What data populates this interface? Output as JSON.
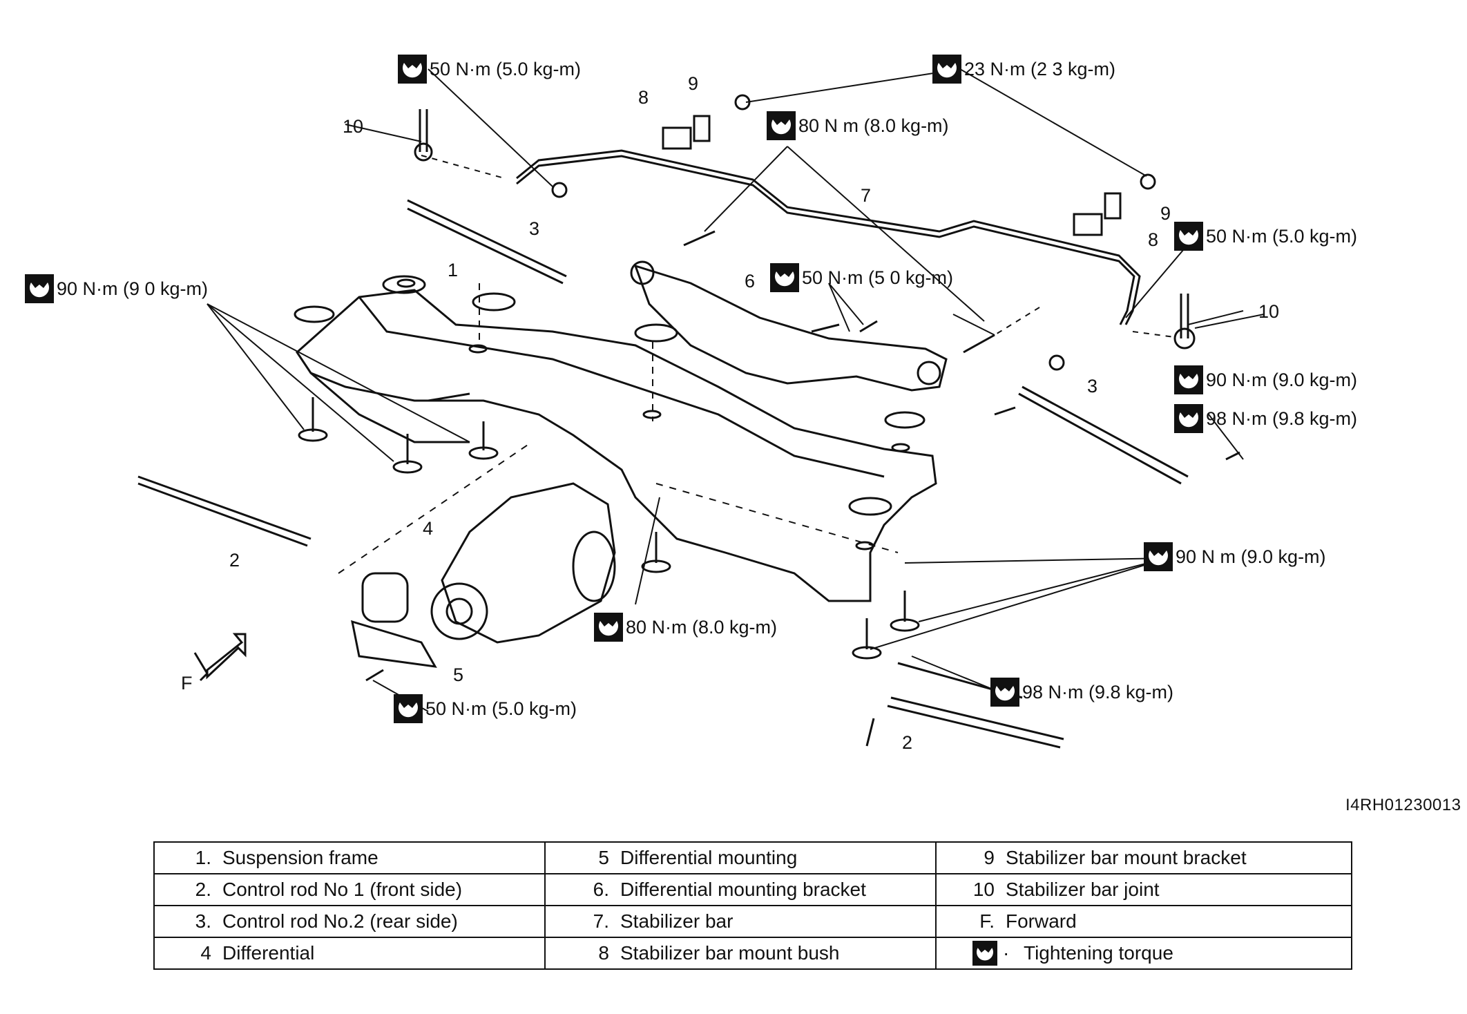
{
  "diagram": {
    "drawing_code": "I4RH01230013",
    "torque_labels": [
      "50 N·m (5.0 kg-m)",
      "23 N·m (2 3 kg-m)",
      "80 N m (8.0 kg-m)",
      "50 N·m (5.0 kg-m)",
      "50 N·m (5 0 kg-m)",
      "90 N·m (9 0 kg-m)",
      "90 N·m (9.0 kg-m)",
      "98 N·m (9.8 kg-m)",
      "90 N m (9.0 kg-m)",
      "80 N·m (8.0 kg-m)",
      "98 N·m (9.8 kg-m)",
      "50 N·m (5.0 kg-m)"
    ],
    "callouts": [
      "10",
      "8",
      "9",
      "3",
      "1",
      "6",
      "7",
      "9",
      "8",
      "10",
      "3",
      "2",
      "4",
      "5",
      "2",
      "F"
    ]
  },
  "legend": {
    "rows": [
      [
        {
          "num": "1.",
          "text": "Suspension frame"
        },
        {
          "num": "5",
          "text": "Differential mounting"
        },
        {
          "num": "9",
          "text": "Stabilizer bar mount bracket"
        }
      ],
      [
        {
          "num": "2.",
          "text": "Control rod No 1 (front side)"
        },
        {
          "num": "6.",
          "text": "Differential mounting bracket"
        },
        {
          "num": "10",
          "text": "Stabilizer bar joint"
        }
      ],
      [
        {
          "num": "3.",
          "text": "Control rod No.2 (rear side)"
        },
        {
          "num": "7.",
          "text": "Stabilizer bar"
        },
        {
          "num": "F.",
          "text": "Forward"
        }
      ],
      [
        {
          "num": "4",
          "text": "Differential"
        },
        {
          "num": "8",
          "text": "Stabilizer bar mount bush"
        },
        {
          "num": "·",
          "text": "Tightening torque"
        }
      ]
    ]
  },
  "icons": {
    "torque": "torque-wrench-icon"
  }
}
